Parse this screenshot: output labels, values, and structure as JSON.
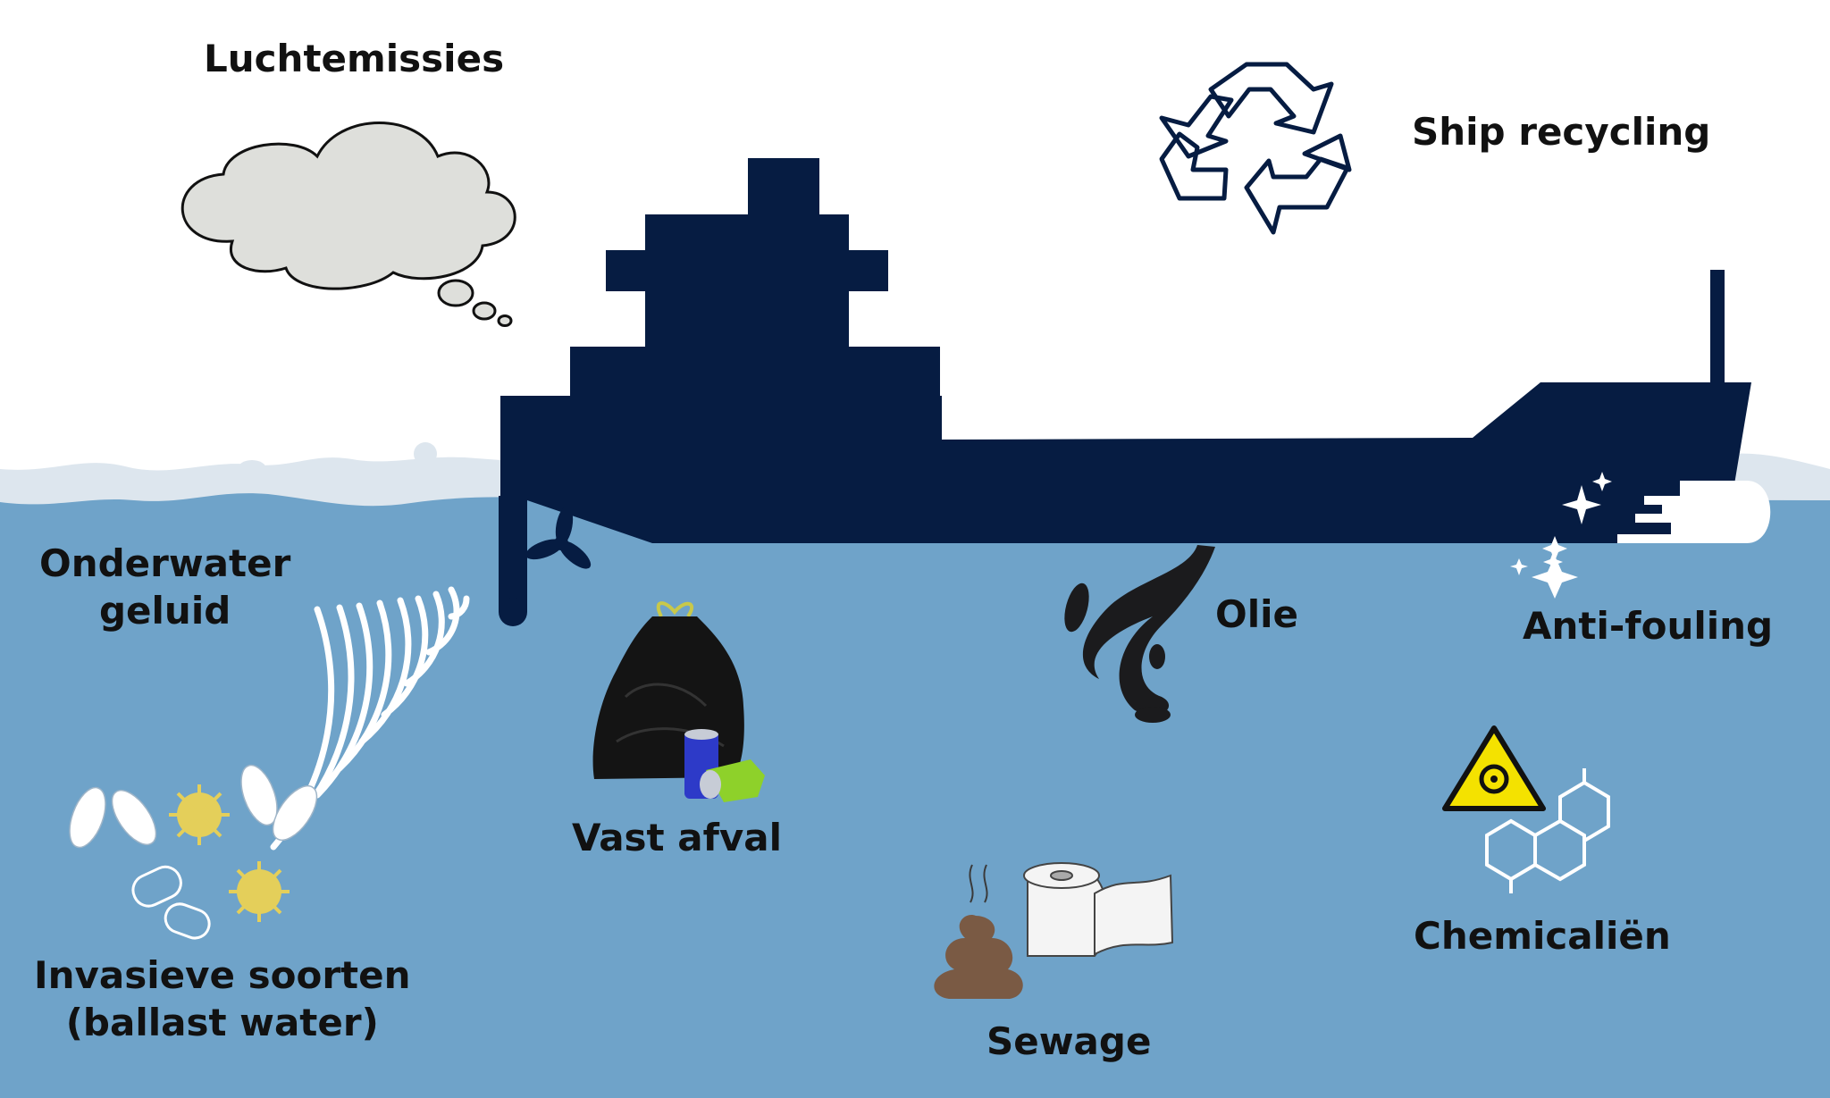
{
  "colors": {
    "sea": "#6fa3c9",
    "foam": "#dde6ee",
    "ship": "#061c42",
    "cloud": "#dedfdb",
    "text": "#111111",
    "biohazard": "#f4e200"
  },
  "labels": {
    "air_emissions": "Luchtemissies",
    "ship_recycling": "Ship recycling",
    "underwater_noise_line1": "Onderwater",
    "underwater_noise_line2": "geluid",
    "oil": "Olie",
    "anti_fouling": "Anti-fouling",
    "solid_waste": "Vast afval",
    "invasive_species_line1": "Invasieve soorten",
    "invasive_species_line2": "(ballast water)",
    "sewage": "Sewage",
    "chemicals": "Chemicaliën"
  },
  "icons": [
    "cloud-icon",
    "recycle-icon",
    "ship-icon",
    "propeller-icon",
    "sound-waves-icon",
    "oil-drop-icon",
    "sparkle-icon",
    "garbage-bag-icon",
    "can-icon",
    "mussel-icon",
    "virus-icon",
    "bacteria-icon",
    "poop-icon",
    "toilet-paper-icon",
    "biohazard-icon",
    "molecule-icon"
  ]
}
